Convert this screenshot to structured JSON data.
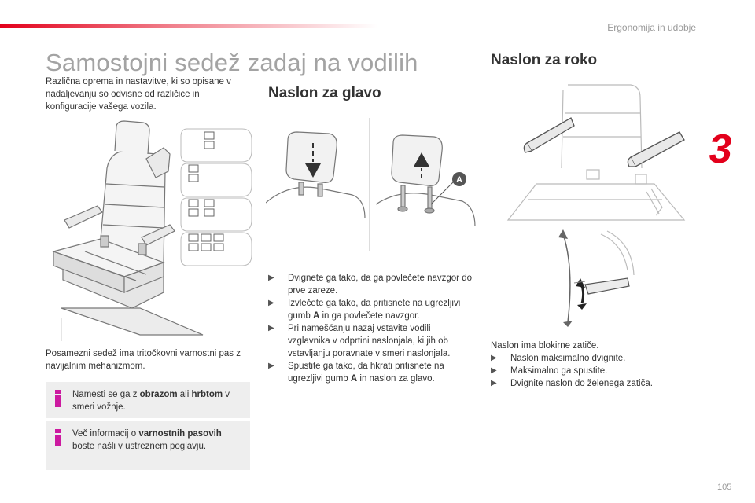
{
  "header": {
    "chapter_name": "Ergonomija in udobje",
    "chapter_number": "3",
    "accent_color": "#e3001b"
  },
  "section": {
    "title": "Samostojni sedež zadaj na vodilih",
    "intro": "Različna oprema in nastavitve, ki so opisane v nadaljevanju so odvisne od različice in konfiguracije vašega vozila.",
    "seat_description": "Posamezni sedež ima tritočkovni varnostni pas z navijalnim mehanizmom."
  },
  "info_boxes": [
    {
      "before": "Namesti se ga z ",
      "bold1": "obrazom",
      "middle": " ali ",
      "bold2": "hrbtom",
      "after": " v smeri vožnje."
    },
    {
      "before": "Več informacij o ",
      "bold1": "varnostnih pasovih",
      "after": " boste našli v ustreznem poglavju."
    }
  ],
  "headrest": {
    "heading": "Naslon za glavo",
    "figure_label": "A",
    "bullets": [
      {
        "text": "Dvignete ga tako, da ga povlečete navzgor do prve zareze."
      },
      {
        "before": "Izvlečete ga tako, da pritisnete na ugrezljivi gumb ",
        "bold": "A",
        "after": " in ga povlečete navzgor."
      },
      {
        "text": "Pri nameščanju nazaj vstavite vodili vzglavnika v odprtini naslonjala, ki jih ob vstavljanju poravnate v smeri naslonjala."
      },
      {
        "before": "Spustite ga tako, da hkrati pritisnete na ugrezljivi gumb ",
        "bold": "A",
        "after": " in naslon za glavo."
      }
    ]
  },
  "armrest": {
    "heading": "Naslon za roko",
    "intro": "Naslon ima blokirne zatiče.",
    "bullets": [
      "Naslon maksimalno dvignite.",
      "Maksimalno ga spustite.",
      "Dvignite naslon do želenega zatiča."
    ]
  },
  "icons": {
    "bullet": "triangle-bullet-icon",
    "info": "info-icon",
    "info_color": "#cc1aa0"
  },
  "footer": {
    "page_number": "105"
  }
}
